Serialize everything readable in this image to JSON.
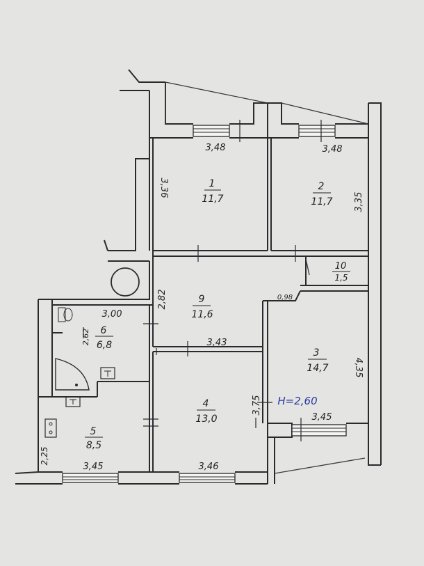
{
  "rooms": [
    {
      "number": "1",
      "area": "11,7"
    },
    {
      "number": "2",
      "area": "11,7"
    },
    {
      "number": "3",
      "area": "14,7"
    },
    {
      "number": "4",
      "area": "13,0"
    },
    {
      "number": "5",
      "area": "8,5"
    },
    {
      "number": "6",
      "area": "6,8"
    },
    {
      "number": "9",
      "area": "11,6"
    },
    {
      "number": "10",
      "area": "1,5"
    }
  ],
  "dimensions": {
    "room1_width": "3,48",
    "room1_depth": "3,36",
    "room2_width": "3,48",
    "room2_depth": "3,35",
    "hall_depth": "2,82",
    "hall_width": "3,43",
    "bath_width": "3,00",
    "bath_depth": "2,62",
    "room3_depth": "4,35",
    "room3_width": "3,45",
    "room4_depth": "3,75",
    "room4_width": "3,46",
    "kitchen_width": "3,45",
    "kitchen_depth": "2,25",
    "door_gap": "0,98"
  },
  "ceiling_height": "H=2,60",
  "colors": {
    "lines": "#2a2a2e",
    "paper": "#e4e4e2",
    "ceiling_label": "#2c3aa0"
  }
}
